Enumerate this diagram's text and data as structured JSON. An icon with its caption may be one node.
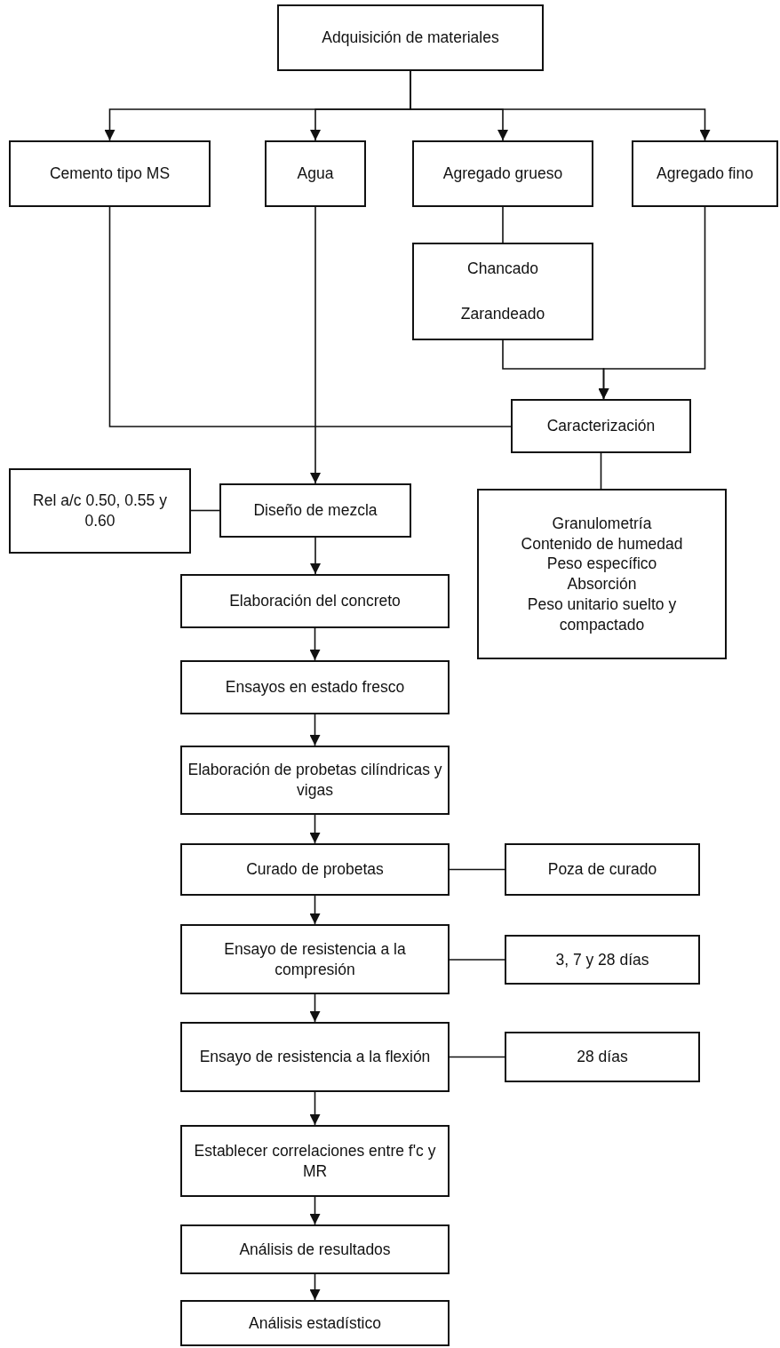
{
  "diagram": {
    "nodes": [
      {
        "text": [
          "Adquisición de materiales"
        ]
      },
      {
        "text": [
          "Cemento tipo MS"
        ]
      },
      {
        "text": [
          "Agua"
        ]
      },
      {
        "text": [
          "Agregado grueso"
        ]
      },
      {
        "text": [
          "Agregado fino"
        ]
      },
      {
        "text": [
          "Chancado",
          "Zarandeado"
        ]
      },
      {
        "text": [
          "Caracterización"
        ]
      },
      {
        "text": [
          "Rel a/c 0.50, 0.55 y 0.60"
        ]
      },
      {
        "text": [
          "Diseño de mezcla"
        ]
      },
      {
        "text": [
          "Granulometría",
          "Contenido de humedad",
          "Peso específico",
          "Absorción",
          "Peso unitario suelto y compactado"
        ]
      },
      {
        "text": [
          "Elaboración del concreto"
        ]
      },
      {
        "text": [
          "Ensayos en estado fresco"
        ]
      },
      {
        "text": [
          "Elaboración de probetas cilíndricas y vigas"
        ]
      },
      {
        "text": [
          "Curado de probetas"
        ]
      },
      {
        "text": [
          "Poza de curado"
        ]
      },
      {
        "text": [
          "Ensayo de resistencia a la compresión"
        ]
      },
      {
        "text": [
          "3, 7 y 28 días"
        ]
      },
      {
        "text": [
          "Ensayo de resistencia a la flexión"
        ]
      },
      {
        "text": [
          "28 días"
        ]
      },
      {
        "text": [
          "Establecer correlaciones entre f'c y MR"
        ]
      },
      {
        "text": [
          "Análisis de resultados"
        ]
      },
      {
        "text": [
          "Análisis estadístico"
        ]
      }
    ],
    "edges": [
      {
        "from": 0,
        "to": 1,
        "arrow": "to"
      },
      {
        "from": 0,
        "to": 2,
        "arrow": "to"
      },
      {
        "from": 0,
        "to": 3,
        "arrow": "to"
      },
      {
        "from": 0,
        "to": 4,
        "arrow": "to"
      },
      {
        "from": 3,
        "to": 5,
        "arrow": "none"
      },
      {
        "from": 5,
        "to": 6,
        "arrow": "to"
      },
      {
        "from": 4,
        "to": 6,
        "arrow": "to"
      },
      {
        "from": 1,
        "to": 6,
        "arrow": "none"
      },
      {
        "from": 2,
        "to": 8,
        "arrow": "to"
      },
      {
        "from": 7,
        "to": 8,
        "arrow": "none"
      },
      {
        "from": 6,
        "to": 9,
        "arrow": "none"
      },
      {
        "from": 8,
        "to": 10,
        "arrow": "to"
      },
      {
        "from": 10,
        "to": 11,
        "arrow": "to"
      },
      {
        "from": 11,
        "to": 12,
        "arrow": "to"
      },
      {
        "from": 12,
        "to": 13,
        "arrow": "to"
      },
      {
        "from": 13,
        "to": 14,
        "arrow": "none"
      },
      {
        "from": 13,
        "to": 15,
        "arrow": "to"
      },
      {
        "from": 15,
        "to": 16,
        "arrow": "none"
      },
      {
        "from": 15,
        "to": 17,
        "arrow": "to"
      },
      {
        "from": 17,
        "to": 18,
        "arrow": "none"
      },
      {
        "from": 17,
        "to": 19,
        "arrow": "to"
      },
      {
        "from": 19,
        "to": 20,
        "arrow": "to"
      },
      {
        "from": 20,
        "to": 21,
        "arrow": "to"
      }
    ]
  }
}
